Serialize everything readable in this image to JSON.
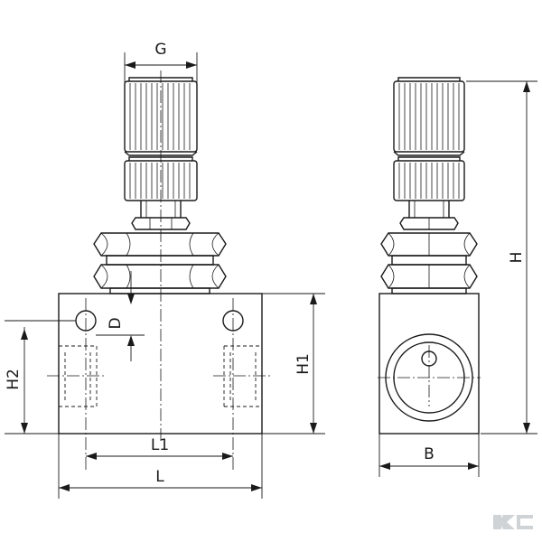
{
  "drawing": {
    "labels": {
      "G": "G",
      "D": "D",
      "H": "H",
      "H1": "H1",
      "H2": "H2",
      "L": "L",
      "L1": "L1",
      "B": "B"
    },
    "watermark_icon": "brand-logo-icon"
  }
}
